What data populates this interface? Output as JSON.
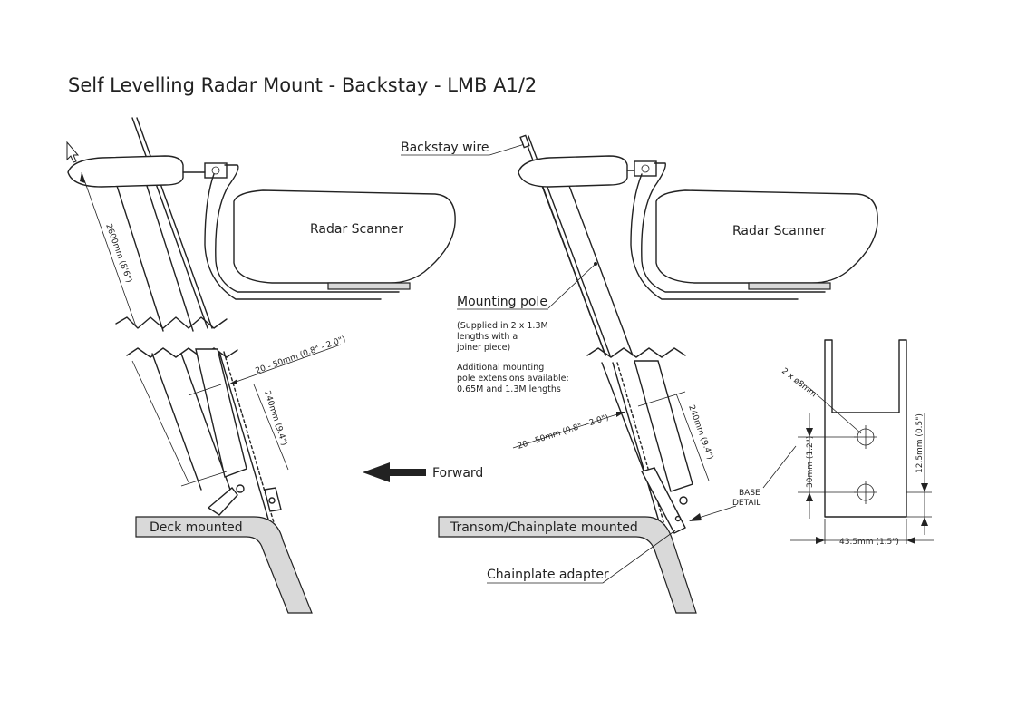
{
  "title": "Self Levelling Radar Mount - Backstay - LMB A1/2",
  "labels": {
    "radar_left": "Radar Scanner",
    "radar_right": "Radar Scanner",
    "backstay_wire": "Backstay wire",
    "mounting_pole": "Mounting pole",
    "note_lines": [
      "(Supplied in 2 x 1.3M",
      "lengths with a",
      "joiner piece)"
    ],
    "extension_lines": [
      "Additional mounting",
      "pole extensions available:",
      "0.65M and 1.3M lengths"
    ],
    "forward": "Forward",
    "deck_mounted": "Deck mounted",
    "transom_mounted": "Transom/Chainplate mounted",
    "chainplate_adapter": "Chainplate adapter",
    "base_detail_lines": [
      "BASE",
      "DETAIL"
    ]
  },
  "dimensions": {
    "pole_height": "2600mm (8'6\")",
    "gap_left": "20 - 50mm (0.8\" - 2.0\")",
    "gap_right": "20 - 50mm (0.8\" - 2.0\")",
    "length_left": "240mm (9.4\")",
    "length_right": "240mm (9.4\")",
    "holes": "2 x ø8mm",
    "hole_spacing": "30mm (1.2\")",
    "edge_offset": "12.5mm (0.5\")",
    "base_width": "43.5mm (1.5\")"
  }
}
